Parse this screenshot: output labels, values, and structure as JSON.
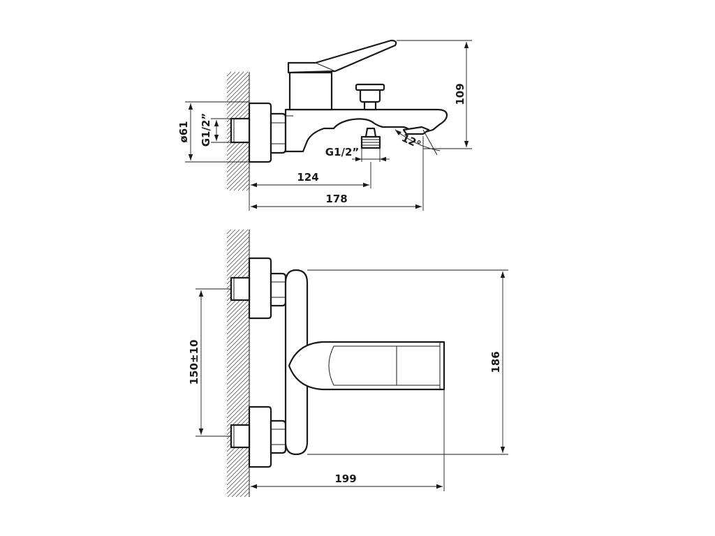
{
  "colors": {
    "line": "#1a1a1a",
    "background": "#ffffff"
  },
  "side_view": {
    "height_label": "109",
    "diameter_label": "ø61",
    "inlet_thread_label": "G1/2”",
    "outlet_thread_label": "G1/2”",
    "angle_label": "12°",
    "depth_outlet_label": "124",
    "depth_total_label": "178"
  },
  "top_view": {
    "spacing_label": "150±10",
    "width_label": "186",
    "reach_label": "199"
  }
}
